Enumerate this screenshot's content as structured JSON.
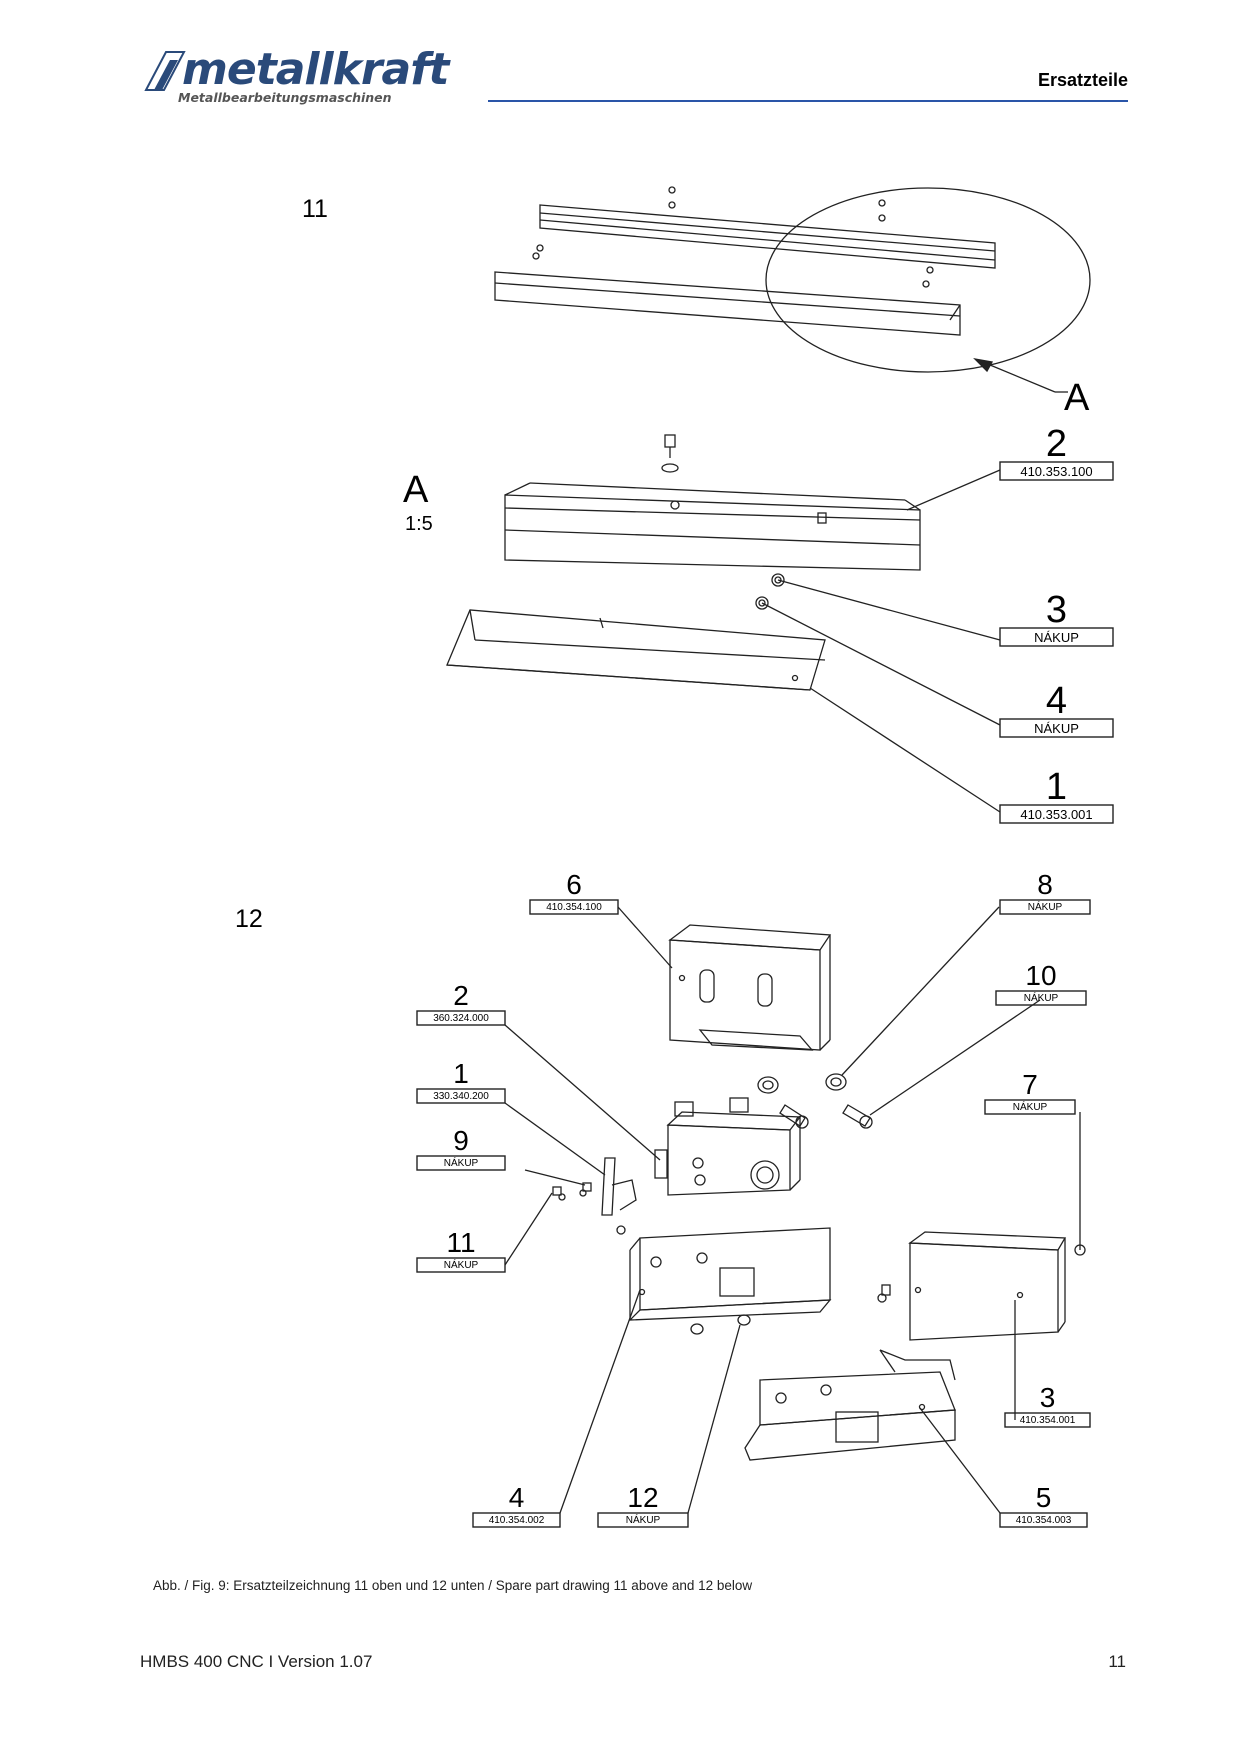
{
  "header": {
    "logo_text": "metallkraft",
    "logo_subtitle": "Metallbearbeitungsmaschinen",
    "title": "Ersatzteile"
  },
  "drawing11": {
    "figure_number": "11",
    "detail_marker": "A",
    "detail_label": "A",
    "detail_scale": "1:5",
    "callouts": [
      {
        "num": "2",
        "code": "410.353.100"
      },
      {
        "num": "3",
        "code": "NÁKUP"
      },
      {
        "num": "4",
        "code": "NÁKUP"
      },
      {
        "num": "1",
        "code": "410.353.001"
      }
    ]
  },
  "drawing12": {
    "figure_number": "12",
    "callouts": [
      {
        "num": "6",
        "code": "410.354.100"
      },
      {
        "num": "8",
        "code": "NÁKUP"
      },
      {
        "num": "10",
        "code": "NÁKUP"
      },
      {
        "num": "2",
        "code": "360.324.000"
      },
      {
        "num": "1",
        "code": "330.340.200"
      },
      {
        "num": "7",
        "code": "NÁKUP"
      },
      {
        "num": "9",
        "code": "NÁKUP"
      },
      {
        "num": "11",
        "code": "NÁKUP"
      },
      {
        "num": "3",
        "code": "410.354.001"
      },
      {
        "num": "4",
        "code": "410.354.002"
      },
      {
        "num": "12",
        "code": "NÁKUP"
      },
      {
        "num": "5",
        "code": "410.354.003"
      }
    ]
  },
  "caption": "Abb. / Fig. 9: Ersatzteilzeichnung 11 oben und 12 unten / Spare part drawing 11 above and 12 below",
  "footer": {
    "doc": "HMBS 400 CNC I Version 1.07",
    "page": "11"
  }
}
